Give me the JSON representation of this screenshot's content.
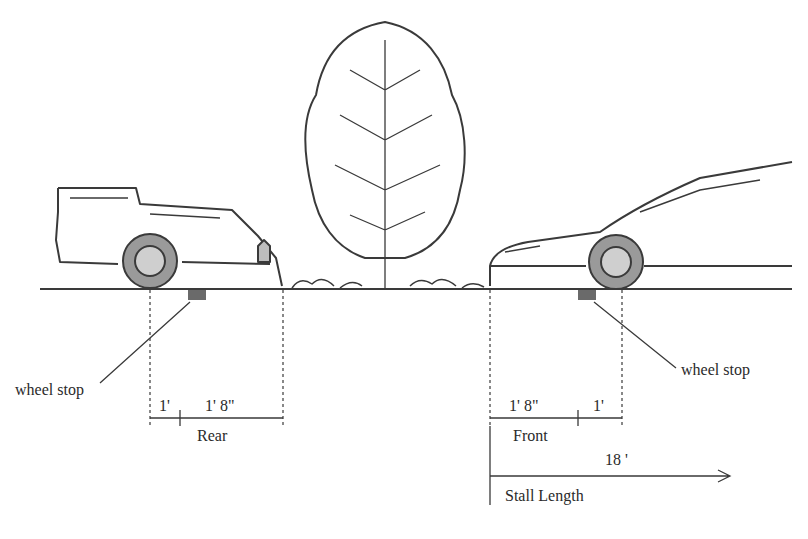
{
  "diagram": {
    "labels": [
      "wheel stop",
      "1'",
      "1' 8\"",
      "Rear",
      "wheel stop",
      "1' 8\"",
      "1'",
      "Front",
      "18 '",
      "Stall Length"
    ]
  }
}
